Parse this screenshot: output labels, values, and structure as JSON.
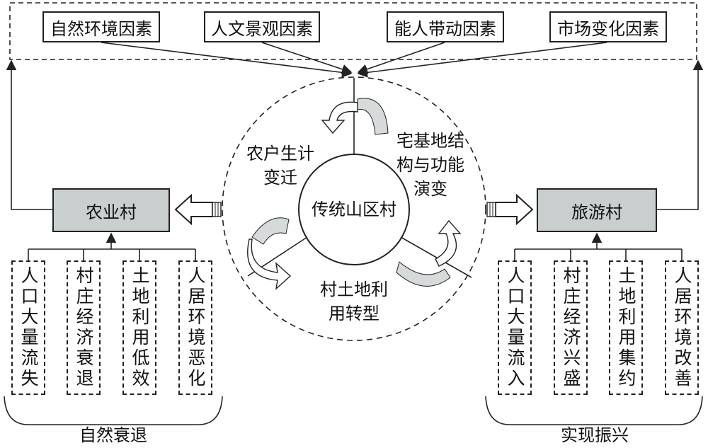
{
  "factors": [
    "自然环境因素",
    "人文景观因素",
    "能人带动因素",
    "市场变化因素"
  ],
  "center": "传统山区村",
  "cycle_labels": {
    "top_left": "农户生计\n变迁",
    "top_right": "宅基地结\n构与功能\n演变",
    "bottom": "村土地利\n用转型"
  },
  "left_village": "农业村",
  "right_village": "旅游村",
  "left_indicators": [
    "人口大量流失",
    "村庄经济衰退",
    "土地利用低效",
    "人居环境恶化"
  ],
  "right_indicators": [
    "人口大量流入",
    "村庄经济兴盛",
    "土地利用集约",
    "人居环境改善"
  ],
  "left_outcome": "自然衰退",
  "right_outcome": "实现振兴",
  "colors": {
    "village_box": "#c9cfcf",
    "cycle_arrow": "#d6dada",
    "line": "#222222"
  }
}
